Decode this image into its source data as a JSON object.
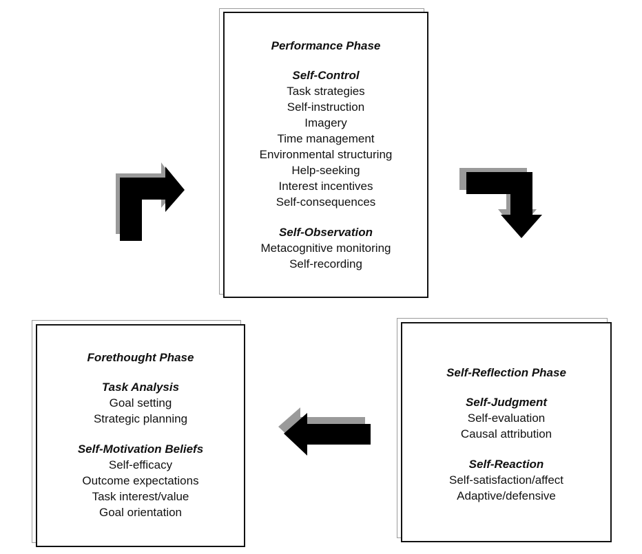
{
  "performance": {
    "title": "Performance Phase",
    "groups": [
      {
        "heading": "Self-Control",
        "items": [
          "Task strategies",
          "Self-instruction",
          "Imagery",
          "Time management",
          "Environmental structuring",
          "Help-seeking",
          "Interest incentives",
          "Self-consequences"
        ]
      },
      {
        "heading": "Self-Observation",
        "items": [
          "Metacognitive monitoring",
          "Self-recording"
        ]
      }
    ]
  },
  "forethought": {
    "title": "Forethought Phase",
    "groups": [
      {
        "heading": "Task Analysis",
        "items": [
          "Goal setting",
          "Strategic planning"
        ]
      },
      {
        "heading": "Self-Motivation Beliefs",
        "items": [
          "Self-efficacy",
          "Outcome expectations",
          "Task interest/value",
          "Goal orientation"
        ]
      }
    ]
  },
  "reflection": {
    "title": "Self-Reflection Phase",
    "groups": [
      {
        "heading": "Self-Judgment",
        "items": [
          "Self-evaluation",
          "Causal attribution"
        ]
      },
      {
        "heading": "Self-Reaction",
        "items": [
          "Self-satisfaction/affect",
          "Adaptive/defensive"
        ]
      }
    ]
  }
}
